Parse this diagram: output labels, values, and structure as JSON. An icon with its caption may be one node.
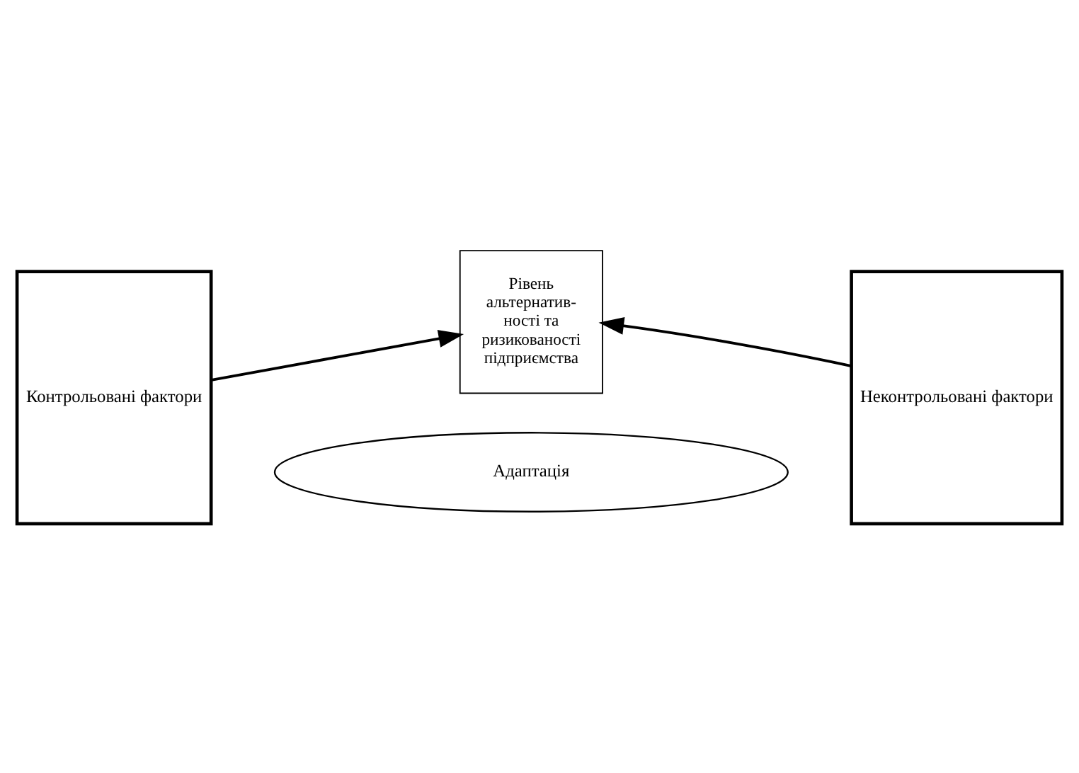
{
  "diagram": {
    "nodes": [
      {
        "text": [
          "Контрольовані фактори"
        ]
      },
      {
        "text": [
          "Рівень альтернатив- ності та ризикованості підприємства"
        ]
      },
      {
        "text": [
          "Неконтрольовані фактори"
        ]
      },
      {
        "text": [
          "Адаптація"
        ]
      }
    ],
    "edges": [
      {
        "from": 0,
        "to": 1,
        "arrow": "to"
      },
      {
        "from": 2,
        "to": 1,
        "arrow": "to"
      }
    ]
  }
}
